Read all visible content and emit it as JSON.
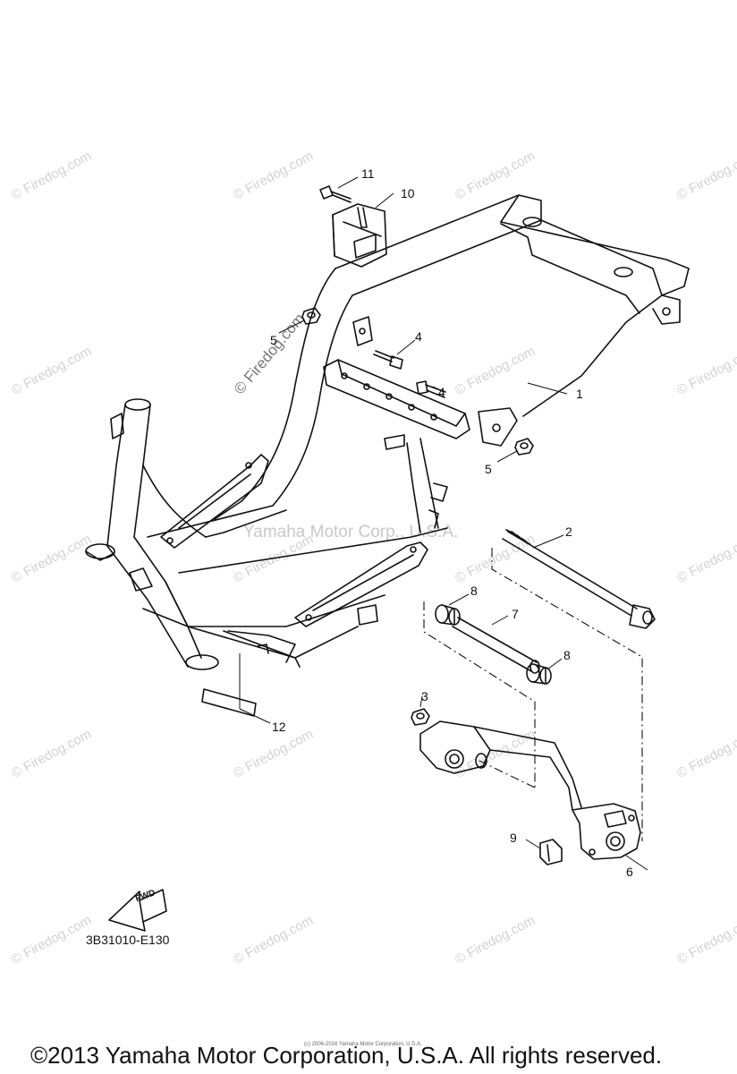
{
  "watermark": {
    "text": "© Firedog.com",
    "center_text": "Yamaha Motor Corp., U.S.A.",
    "side_text": "© Firedog.com"
  },
  "callouts": [
    "1",
    "2",
    "3",
    "4",
    "4",
    "5",
    "5",
    "6",
    "7",
    "8",
    "8",
    "9",
    "10",
    "11",
    "12"
  ],
  "diagram_code": "3B31010-E130",
  "fwd_label": "FWD",
  "fine_print": "(c) 2006-2016 Yamaha Motor Corporation, U.S.A.",
  "copyright": "©2013 Yamaha Motor Corporation, U.S.A. All rights reserved."
}
